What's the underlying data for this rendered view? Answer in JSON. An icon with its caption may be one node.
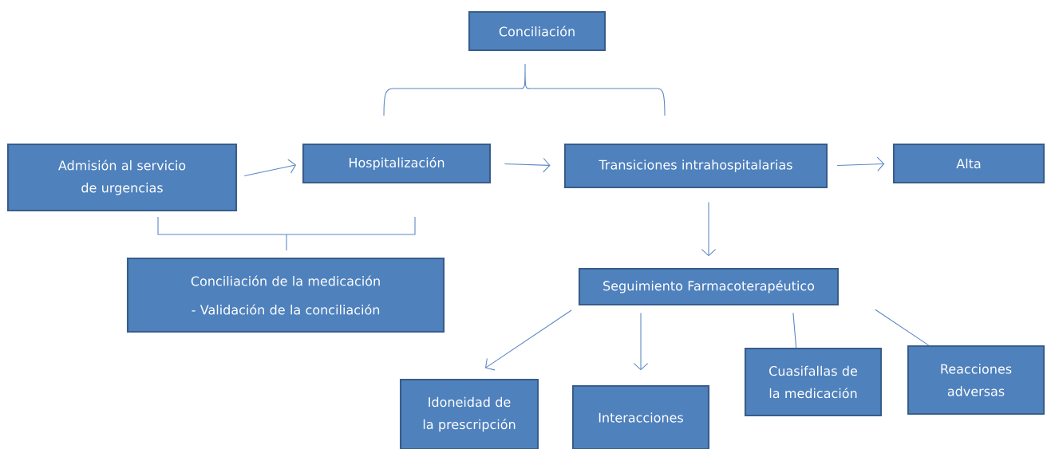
{
  "diagram": {
    "nodes": [
      {
        "text": [
          "Conciliación"
        ]
      },
      {
        "text": [
          "Admisión al servicio de urgencias"
        ]
      },
      {
        "text": [
          "Hospitalización"
        ]
      },
      {
        "text": [
          "Transiciones intrahospitalarias"
        ]
      },
      {
        "text": [
          "Alta"
        ]
      },
      {
        "text": [
          "Conciliación de la medicación",
          "- Validación de la conciliación"
        ]
      },
      {
        "text": [
          "Seguimiento Farmacoterapéutico"
        ]
      },
      {
        "text": [
          "Idoneidad de la prescripción"
        ]
      },
      {
        "text": [
          "Interacciones"
        ]
      },
      {
        "text": [
          "Cuasifallas de la medicación"
        ]
      },
      {
        "text": [
          "Reacciones adversas"
        ]
      }
    ],
    "edges": [
      {
        "from": 1,
        "to": 2,
        "arrow": "to"
      },
      {
        "from": 2,
        "to": 3,
        "arrow": "to"
      },
      {
        "from": 3,
        "to": 4,
        "arrow": "to"
      },
      {
        "from": 3,
        "to": 6,
        "arrow": "to"
      },
      {
        "from": 6,
        "to": 7,
        "arrow": "to"
      },
      {
        "from": 6,
        "to": 8,
        "arrow": "to"
      },
      {
        "from": 6,
        "to": 9,
        "arrow": "none"
      },
      {
        "from": 6,
        "to": 10,
        "arrow": "none"
      }
    ]
  }
}
